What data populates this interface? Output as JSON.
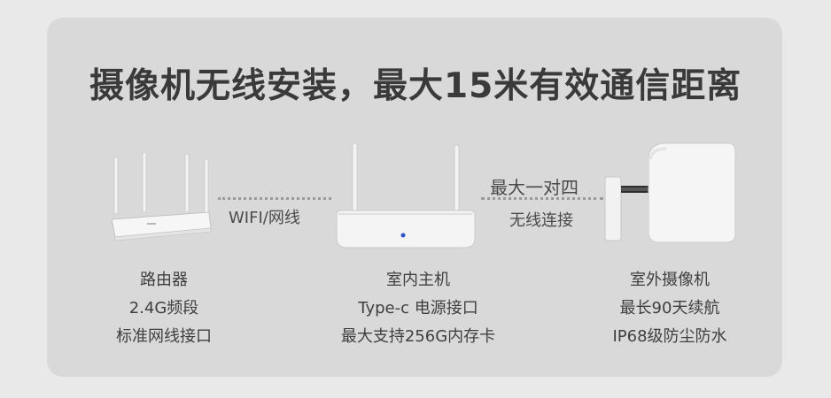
{
  "headline": "摄像机无线安装，最大15米有效通信距离",
  "connections": {
    "router_to_hub": "WIFI/网线",
    "hub_to_camera_line1": "最大一对四",
    "hub_to_camera_line2": "无线连接"
  },
  "devices": [
    {
      "icon": "router-icon",
      "lines": [
        "路由器",
        "2.4G频段",
        "标准网线接口"
      ]
    },
    {
      "icon": "hub-icon",
      "lines": [
        "室内主机",
        "Type-c 电源接口",
        "最大支持256G内存卡"
      ]
    },
    {
      "icon": "camera-icon",
      "lines": [
        "室外摄像机",
        "最长90天续航",
        "IP68级防尘防水"
      ]
    }
  ],
  "colors": {
    "background": "#e9e9e9",
    "panel": "#d9d9d9",
    "headline": "#3a3a3a",
    "text": "#3f3f3f",
    "dots": "#9a9a9a",
    "device_white": "#f4f4f4",
    "indicator_blue": "#2f54c9"
  }
}
